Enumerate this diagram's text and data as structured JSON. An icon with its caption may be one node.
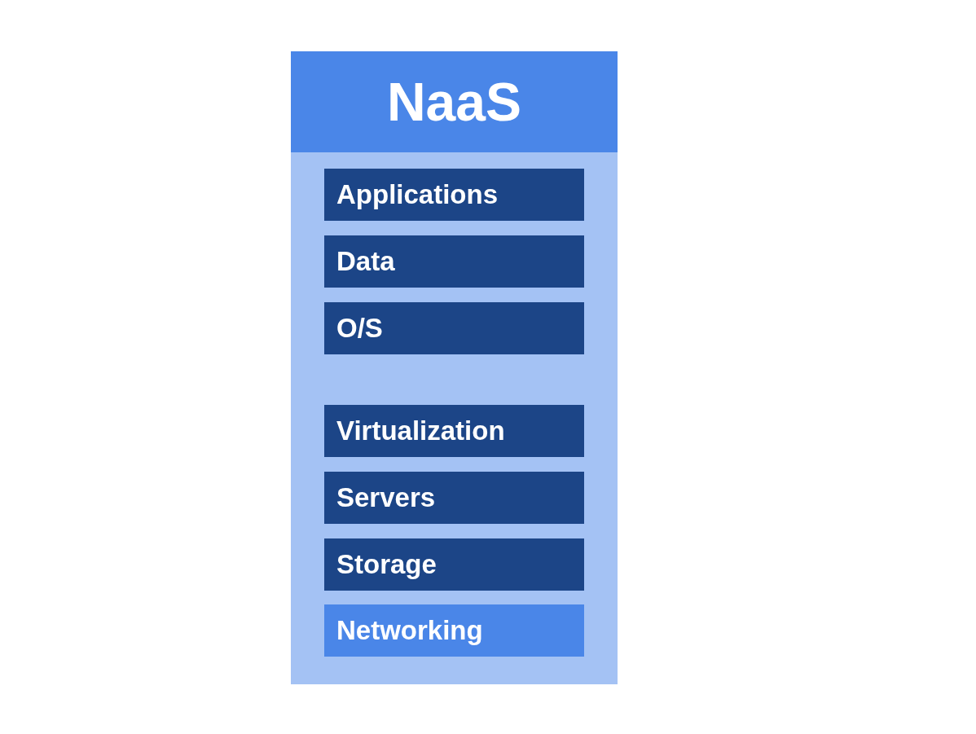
{
  "diagram": {
    "nodes": [
      {
        "text": [
          "NaaS"
        ]
      },
      {
        "text": [
          "Applications"
        ],
        "in": 0
      },
      {
        "text": [
          "Data"
        ],
        "in": 0
      },
      {
        "text": [
          "O/S"
        ],
        "in": 0
      },
      {
        "text": [
          "Virtualization"
        ],
        "in": 0
      },
      {
        "text": [
          "Servers"
        ],
        "in": 0
      },
      {
        "text": [
          "Storage"
        ],
        "in": 0
      },
      {
        "text": [
          "Networking"
        ],
        "in": 0
      }
    ]
  }
}
